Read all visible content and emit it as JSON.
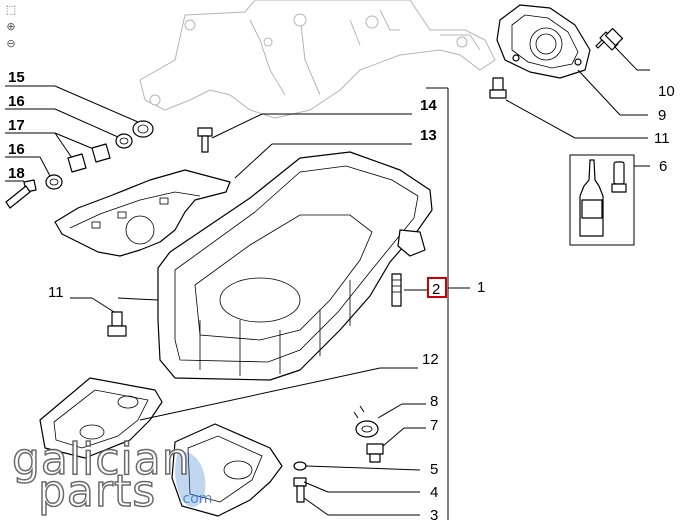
{
  "toolbar": {
    "tools": [
      {
        "name": "selection-icon",
        "glyph": "⬚"
      },
      {
        "name": "zoom-in-icon",
        "glyph": "⊕"
      },
      {
        "name": "zoom-out-icon",
        "glyph": "⊖"
      }
    ]
  },
  "callouts": {
    "c1": "1",
    "c2": "2",
    "c3": "3",
    "c4": "4",
    "c5": "5",
    "c6": "6",
    "c7": "7",
    "c8": "8",
    "c9": "9",
    "c10": "10",
    "c11a": "11",
    "c11b": "11",
    "c12": "12",
    "c13": "13",
    "c14": "14",
    "c15": "15",
    "c16a": "16",
    "c16b": "16",
    "c17": "17",
    "c18": "18"
  },
  "highlight": {
    "callout": "2",
    "color": "#cc0000"
  },
  "watermark": {
    "brand_line1": "galician",
    "brand_line2": "parts",
    "suffix": ".com",
    "accent": "#3a7fcf"
  }
}
